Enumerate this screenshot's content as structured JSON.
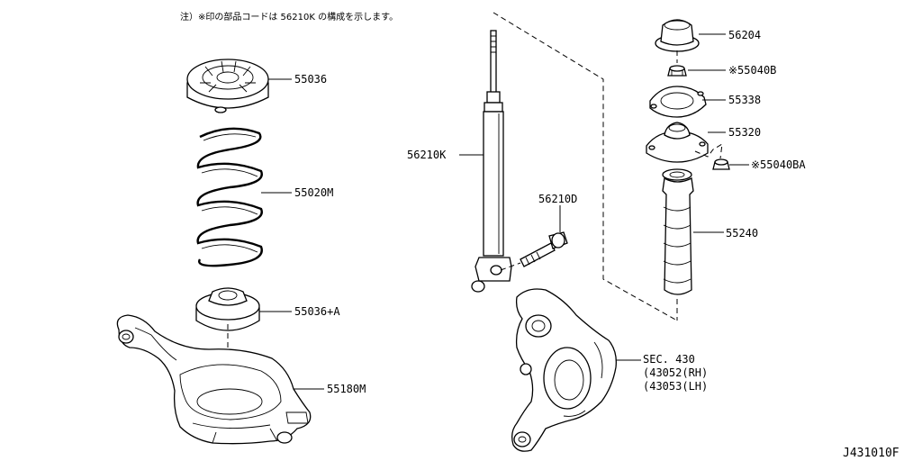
{
  "note": "注）※印の部品コードは 56210K の構成を示します。",
  "diagram_code": "J431010F",
  "labels": {
    "p55036": "55036",
    "p55020m": "55020M",
    "p55036a": "55036+A",
    "p55180m": "55180M",
    "p56210k": "56210K",
    "p56210d": "56210D",
    "p56204": "56204",
    "p55040b": "※55040B",
    "p55338": "55338",
    "p55320": "55320",
    "p55040ba": "※55040BA",
    "p55240": "55240",
    "sec430": "SEC. 430",
    "p43052": "(43052(RH)",
    "p43053": "(43053(LH)"
  }
}
